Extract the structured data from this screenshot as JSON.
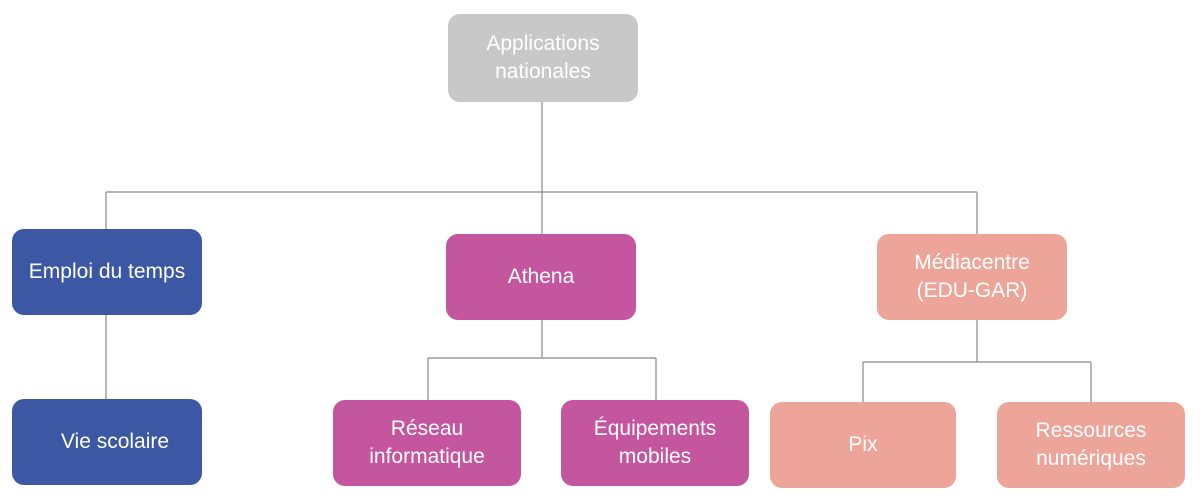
{
  "diagram": {
    "root": {
      "label": "Applications\nnationales",
      "color": "#c8c8c8"
    },
    "branches": [
      {
        "label": "Emploi du temps",
        "color": "#3c57a3",
        "children": [
          {
            "label": "Vie scolaire"
          }
        ]
      },
      {
        "label": "Athena",
        "color": "#c4569f",
        "children": [
          {
            "label": "Réseau\ninformatique"
          },
          {
            "label": "Équipements\nmobiles"
          }
        ]
      },
      {
        "label": "Médiacentre\n(EDU-GAR)",
        "color": "#eca598",
        "children": [
          {
            "label": "Pix"
          },
          {
            "label": "Ressources\nnumériques"
          }
        ]
      }
    ],
    "connector_color": "#9a9a9a"
  }
}
